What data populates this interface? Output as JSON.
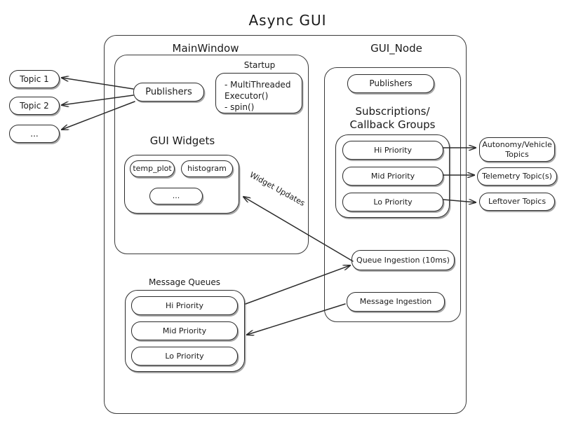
{
  "diagram": {
    "title": "Async  GUI",
    "type": "architecture-block-diagram"
  },
  "left_topics": {
    "items": [
      {
        "label": "Topic 1"
      },
      {
        "label": "Topic 2"
      },
      {
        "label": "..."
      }
    ]
  },
  "main_window": {
    "label": "MainWindow",
    "publishers": {
      "label": "Publishers"
    },
    "startup": {
      "label": "Startup",
      "body": "- MultiThreaded\n   Executor()\n- spin()"
    },
    "gui_widgets": {
      "label": "GUI Widgets",
      "items": [
        {
          "label": "temp_plot"
        },
        {
          "label": "histogram"
        },
        {
          "label": "..."
        }
      ]
    },
    "message_queues": {
      "label": "Message Queues",
      "items": [
        {
          "label": "Hi Priority"
        },
        {
          "label": "Mid Priority"
        },
        {
          "label": "Lo Priority"
        }
      ]
    }
  },
  "gui_node": {
    "label": "GUI_Node",
    "publishers": {
      "label": "Publishers"
    },
    "subscriptions": {
      "label": "Subscriptions/\nCallback Groups",
      "items": [
        {
          "label": "Hi Priority"
        },
        {
          "label": "Mid Priority"
        },
        {
          "label": "Lo Priority"
        }
      ]
    },
    "queue_ingestion": {
      "label": "Queue Ingestion (10ms)"
    },
    "message_ingestion": {
      "label": "Message Ingestion"
    }
  },
  "right_topics": {
    "items": [
      {
        "label": "Autonomy/Vehicle\nTopics"
      },
      {
        "label": "Telemetry Topic(s)"
      },
      {
        "label": "Leftover Topics"
      }
    ]
  },
  "edges": {
    "widget_updates": {
      "label": "Widget Updates"
    }
  },
  "colors": {
    "stroke": "#2b2b2b",
    "container_stroke": "#3a3a3a",
    "background": "#ffffff",
    "text": "#1a1a1a"
  }
}
